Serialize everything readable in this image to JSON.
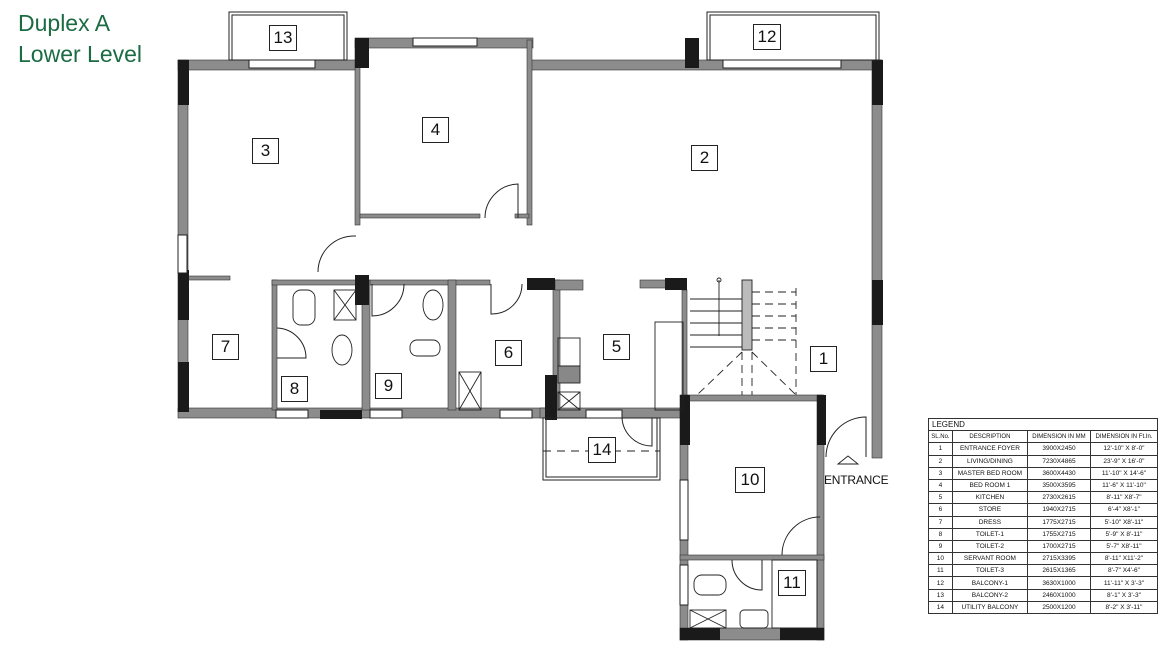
{
  "title": {
    "line1": "Duplex A",
    "line2": "Lower Level",
    "color": "#1b6b43"
  },
  "plan": {
    "entrance_label": "ENTRANCE",
    "wall_color": "#8c8c8c",
    "column_color": "#1a1a1a",
    "room_labels": [
      {
        "num": "1",
        "name": "ENTRANCE FOYER"
      },
      {
        "num": "2",
        "name": "LIVING/DINING"
      },
      {
        "num": "3",
        "name": "MASTER BED ROOM"
      },
      {
        "num": "4",
        "name": "BED ROOM 1"
      },
      {
        "num": "5",
        "name": "KITCHEN"
      },
      {
        "num": "6",
        "name": "STORE"
      },
      {
        "num": "7",
        "name": "DRESS"
      },
      {
        "num": "8",
        "name": "TOILET-1"
      },
      {
        "num": "9",
        "name": "TOILET-2"
      },
      {
        "num": "10",
        "name": "SERVANT ROOM"
      },
      {
        "num": "11",
        "name": "TOILET-3"
      },
      {
        "num": "12",
        "name": "BALCONY-1"
      },
      {
        "num": "13",
        "name": "BALCONY-2"
      },
      {
        "num": "14",
        "name": "UTILITY BALCONY"
      }
    ]
  },
  "legend": {
    "caption": "LEGEND",
    "headers": [
      "SL.No.",
      "DESCRIPTION",
      "DIMENSION IN MM",
      "DIMENSION IN Ft.In."
    ],
    "rows": [
      {
        "no": "1",
        "desc": "ENTRANCE FOYER",
        "mm": "3900X2450",
        "ft": "12'-10\" X 8'-0\""
      },
      {
        "no": "2",
        "desc": "LIVING/DINING",
        "mm": "7230X4865",
        "ft": "23'-9\" X 16'-0\""
      },
      {
        "no": "3",
        "desc": "MASTER BED ROOM",
        "mm": "3600X4430",
        "ft": "11'-10\" X 14'-6\""
      },
      {
        "no": "4",
        "desc": "BED ROOM 1",
        "mm": "3500X3595",
        "ft": "11'-6\" X 11'-10\""
      },
      {
        "no": "5",
        "desc": "KITCHEN",
        "mm": "2730X2615",
        "ft": "8'-11\" X8'-7\""
      },
      {
        "no": "6",
        "desc": "STORE",
        "mm": "1940X2715",
        "ft": "6'-4\" X8'-1\""
      },
      {
        "no": "7",
        "desc": "DRESS",
        "mm": "1775X2715",
        "ft": "5'-10\" X8'-11\""
      },
      {
        "no": "8",
        "desc": "TOILET-1",
        "mm": "1755X2715",
        "ft": "5'-9\" X 8'-11\""
      },
      {
        "no": "9",
        "desc": "TOILET-2",
        "mm": "1700X2715",
        "ft": "5'-7\" X8'-11\""
      },
      {
        "no": "10",
        "desc": "SERVANT ROOM",
        "mm": "2715X3395",
        "ft": "8'-11\" X11'-2\""
      },
      {
        "no": "11",
        "desc": "TOILET-3",
        "mm": "2615X1365",
        "ft": "8'-7\" X4'-6\""
      },
      {
        "no": "12",
        "desc": "BALCONY-1",
        "mm": "3630X1000",
        "ft": "11'-11\" X 3'-3\""
      },
      {
        "no": "13",
        "desc": "BALCONY-2",
        "mm": "2460X1000",
        "ft": "8'-1\" X 3'-3\""
      },
      {
        "no": "14",
        "desc": "UTILITY BALCONY",
        "mm": "2500X1200",
        "ft": "8'-2\" X 3'-11\""
      }
    ]
  }
}
